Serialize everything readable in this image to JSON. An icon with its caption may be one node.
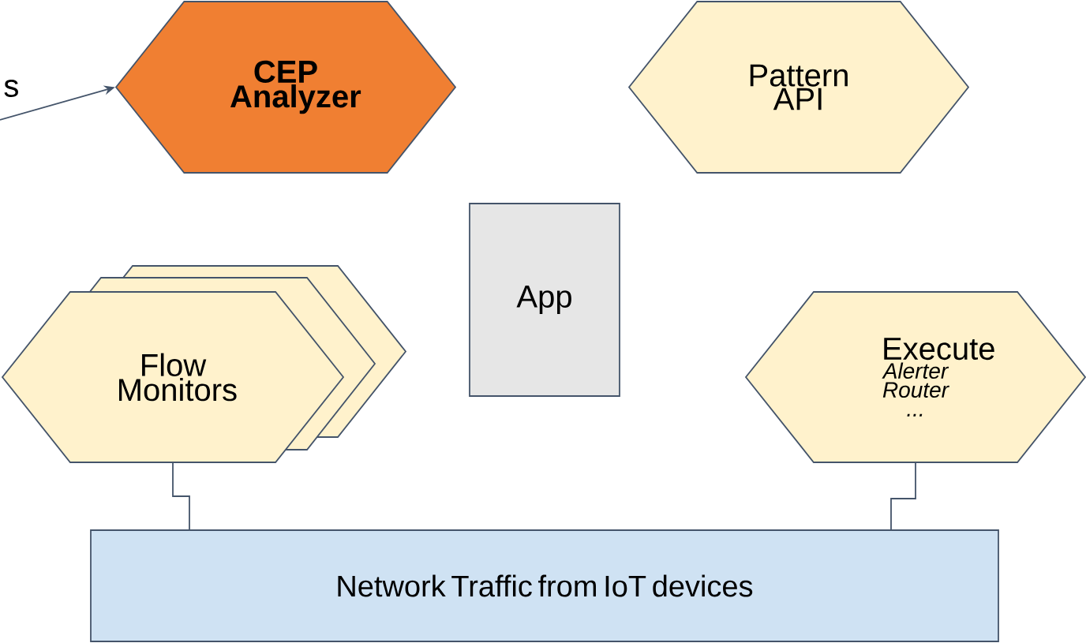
{
  "diagram": {
    "nodes": [
      {
        "text": [
          "CEP Analyzer"
        ]
      },
      {
        "text": [
          "Pattern API"
        ]
      },
      {
        "text": [
          "App"
        ]
      },
      {
        "text": [
          "Flow Monitors"
        ]
      },
      {
        "text": [
          "Execute",
          "Alerter Router ..."
        ]
      },
      {
        "text": [
          "Network Traffic from IoT devices"
        ]
      }
    ],
    "edges": [
      {
        "from": null,
        "to": 0,
        "arrow": "to"
      },
      {
        "from": 3,
        "to": 5,
        "arrow": "none"
      },
      {
        "from": 4,
        "to": 5,
        "arrow": "none"
      }
    ],
    "labels": [
      "s"
    ]
  }
}
